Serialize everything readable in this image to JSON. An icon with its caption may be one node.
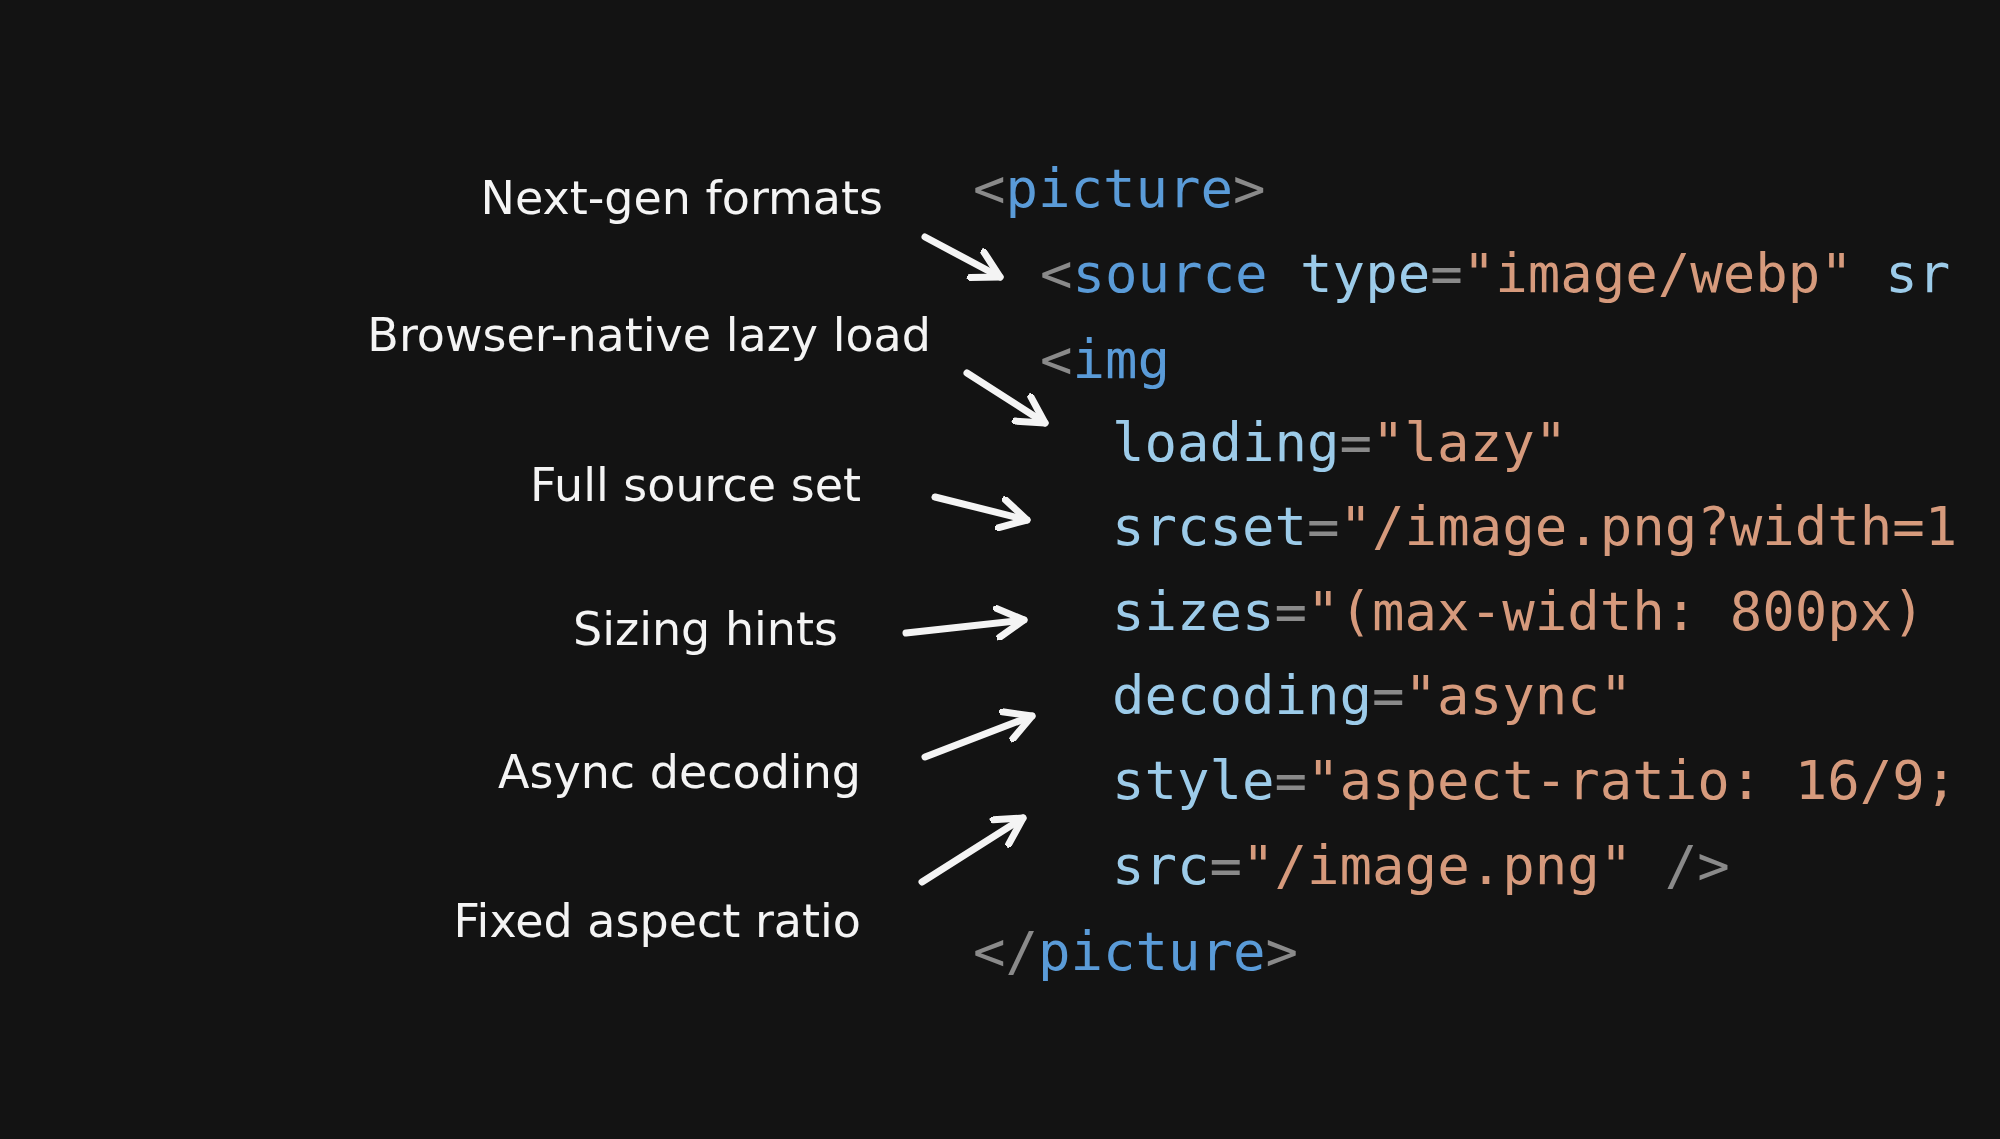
{
  "diagram": {
    "nodes": [
      {
        "text": [
          "Next-gen formats"
        ]
      },
      {
        "text": [
          "Browser-native lazy load"
        ]
      },
      {
        "text": [
          "Full source set"
        ]
      },
      {
        "text": [
          "Sizing hints"
        ]
      },
      {
        "text": [
          "Async decoding"
        ]
      },
      {
        "text": [
          "Fixed aspect ratio"
        ]
      },
      {
        "text": [
          "<picture>"
        ]
      },
      {
        "text": [
          "<source type=\"image/webp\" sr"
        ]
      },
      {
        "text": [
          "<img"
        ]
      },
      {
        "text": [
          "loading=\"lazy\""
        ]
      },
      {
        "text": [
          "srcset=\"/image.png?width=1"
        ]
      },
      {
        "text": [
          "sizes=\"(max-width: 800px)"
        ]
      },
      {
        "text": [
          "decoding=\"async\""
        ]
      },
      {
        "text": [
          "style=\"aspect-ratio: 16/9;"
        ]
      },
      {
        "text": [
          "src=\"/image.png\" />"
        ]
      },
      {
        "text": [
          "</picture>"
        ]
      }
    ],
    "edges": [
      {
        "from": 0,
        "to": 7,
        "arrow": "to"
      },
      {
        "from": 1,
        "to": 9,
        "arrow": "to"
      },
      {
        "from": 2,
        "to": 10,
        "arrow": "to"
      },
      {
        "from": 3,
        "to": 11,
        "arrow": "to"
      },
      {
        "from": 4,
        "to": 12,
        "arrow": "to"
      },
      {
        "from": 5,
        "to": 13,
        "arrow": "to"
      }
    ]
  }
}
